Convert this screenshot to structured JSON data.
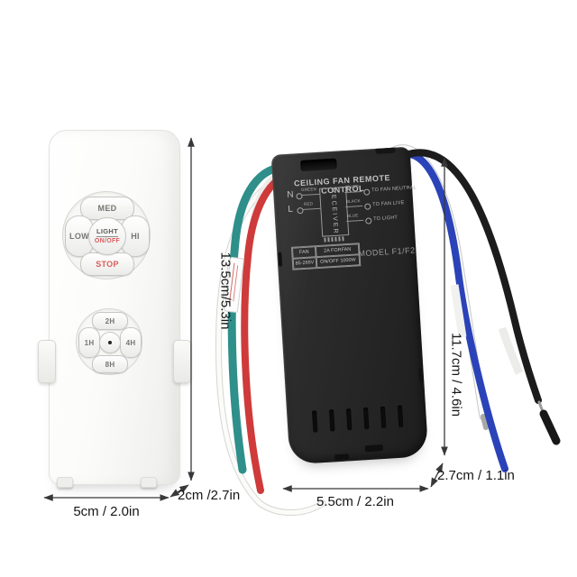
{
  "product": {
    "remote": {
      "fan_pad": {
        "top": "MED",
        "left": "LOW",
        "right": "HI",
        "bottom": "STOP",
        "center_top": "LIGHT",
        "center_bottom": "ON/OFF"
      },
      "timer_pad": {
        "top": "2H",
        "left": "1H",
        "right": "4H",
        "bottom": "8H"
      }
    },
    "receiver": {
      "title": "CEILING FAN REMOTE CONTROL",
      "module_label": "RECEIVER",
      "input_terminals": [
        {
          "terminal": "N",
          "wire": "GREEN"
        },
        {
          "terminal": "L",
          "wire": "RED"
        }
      ],
      "output_terminals": [
        {
          "wire": "WHITE",
          "destination": "TO FAN NEUTRAL"
        },
        {
          "wire": "BLACK",
          "destination": "TO FAN LIVE"
        },
        {
          "wire": "BLUE",
          "destination": "TO LIGHT"
        }
      ],
      "spec_table": {
        "rows": [
          [
            "FAN",
            "2A FORFAN"
          ],
          [
            "85-265V",
            "ON/OFF 1000W"
          ]
        ]
      },
      "model": "MODEL F1/F2"
    }
  },
  "dimensions": {
    "remote_height": "13.5cm/5.3in",
    "remote_width": "5cm / 2.0in",
    "remote_depth": "2cm /2.7in",
    "receiver_height": "11.7cm / 4.6in",
    "receiver_width": "5.5cm / 2.2in",
    "receiver_depth": "2.7cm / 1.1in"
  },
  "colors": {
    "wire_green": "#2f8f8a",
    "wire_red": "#cf3a3a",
    "wire_blue": "#2b43b8",
    "wire_black": "#1c1c1c",
    "wire_white": "#fbfbfb",
    "accent_red": "#d95c5c",
    "receiver_body": "#2a2a2a",
    "dimension_line": "#383838"
  }
}
